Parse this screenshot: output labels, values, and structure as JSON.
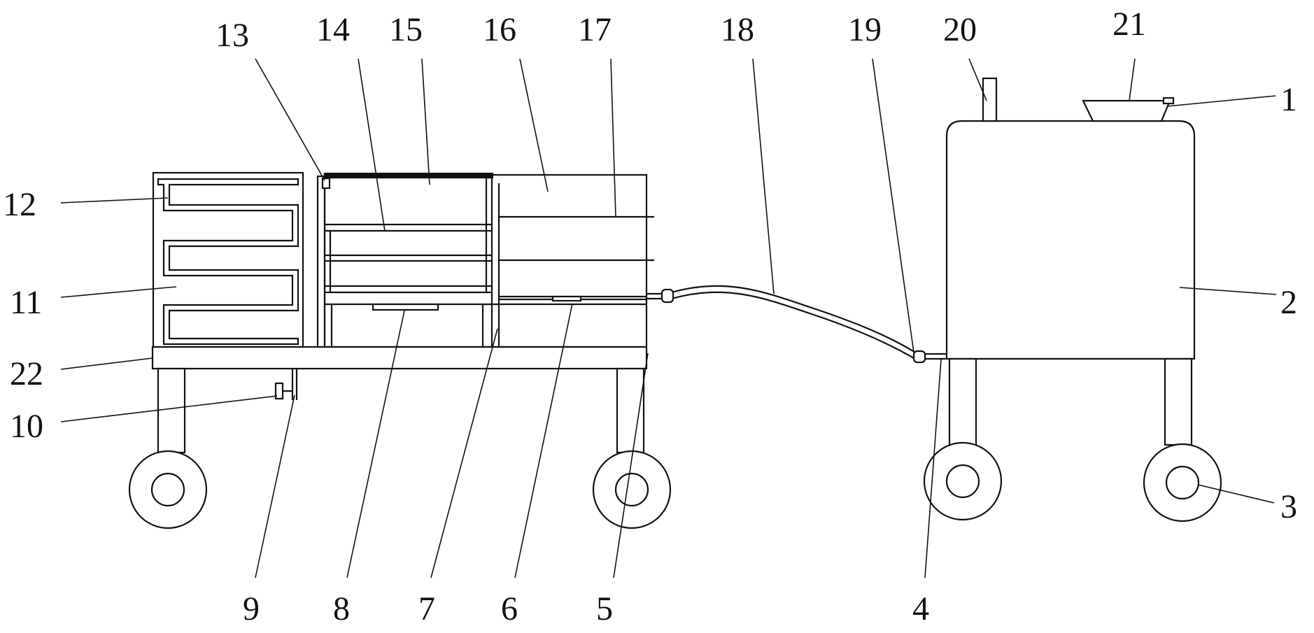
{
  "labels": {
    "n1": "1",
    "n2": "2",
    "n3": "3",
    "n4": "4",
    "n5": "5",
    "n6": "6",
    "n7": "7",
    "n8": "8",
    "n9": "9",
    "n10": "10",
    "n11": "11",
    "n12": "12",
    "n13": "13",
    "n14": "14",
    "n15": "15",
    "n16": "16",
    "n17": "17",
    "n18": "18",
    "n19": "19",
    "n20": "20",
    "n21": "21",
    "n22": "22"
  }
}
